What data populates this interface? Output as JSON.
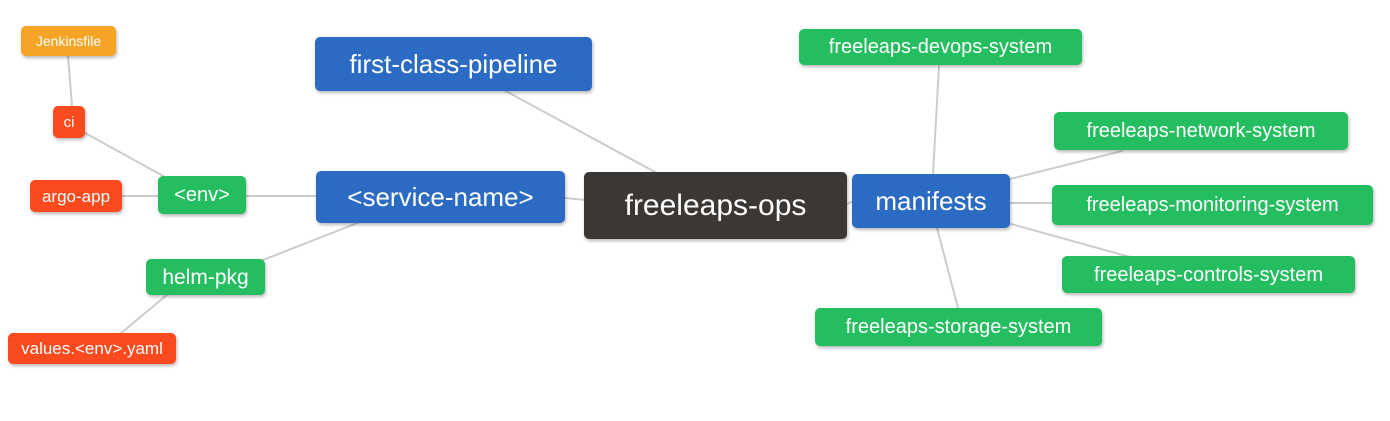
{
  "diagram": {
    "type": "mindmap",
    "background": "#FFFFFF",
    "colors": {
      "root_dark": "#3A3735",
      "branch_blue": "#2B6BC3",
      "leaf_green": "#24BE60",
      "leaf_red": "#FB4A1E",
      "leaf_orange": "#F6A426",
      "edge_gray": "#CCCCCC",
      "text": "#FFFFFF"
    },
    "nodes": {
      "freeleaps_ops": {
        "label": "freeleaps-ops",
        "color": "#3A3735"
      },
      "first_class_pipeline": {
        "label": "first-class-pipeline",
        "color": "#2B6BC3"
      },
      "service_name": {
        "label": "<service-name>",
        "color": "#2B6BC3"
      },
      "manifests": {
        "label": "manifests",
        "color": "#2B6BC3"
      },
      "env": {
        "label": "<env>",
        "color": "#24BE60"
      },
      "helm_pkg": {
        "label": "helm-pkg",
        "color": "#24BE60"
      },
      "ci": {
        "label": "ci",
        "color": "#FB4A1E"
      },
      "argo_app": {
        "label": "argo-app",
        "color": "#FB4A1E"
      },
      "jenkinsfile": {
        "label": "Jenkinsfile",
        "color": "#F6A426"
      },
      "values_env_yaml": {
        "label": "values.<env>.yaml",
        "color": "#FB4A1E"
      },
      "devops_system": {
        "label": "freeleaps-devops-system",
        "color": "#24BE60"
      },
      "network_system": {
        "label": "freeleaps-network-system",
        "color": "#24BE60"
      },
      "monitoring_system": {
        "label": "freeleaps-monitoring-system",
        "color": "#24BE60"
      },
      "controls_system": {
        "label": "freeleaps-controls-system",
        "color": "#24BE60"
      },
      "storage_system": {
        "label": "freeleaps-storage-system",
        "color": "#24BE60"
      }
    },
    "edges": [
      {
        "from": "Jenkinsfile",
        "to": "ci"
      },
      {
        "from": "ci",
        "to": "<env>"
      },
      {
        "from": "argo-app",
        "to": "<env>"
      },
      {
        "from": "<env>",
        "to": "<service-name>"
      },
      {
        "from": "helm-pkg",
        "to": "<service-name>"
      },
      {
        "from": "values.<env>.yaml",
        "to": "helm-pkg"
      },
      {
        "from": "<service-name>",
        "to": "freeleaps-ops"
      },
      {
        "from": "first-class-pipeline",
        "to": "freeleaps-ops"
      },
      {
        "from": "freeleaps-ops",
        "to": "manifests"
      },
      {
        "from": "manifests",
        "to": "freeleaps-devops-system"
      },
      {
        "from": "manifests",
        "to": "freeleaps-network-system"
      },
      {
        "from": "manifests",
        "to": "freeleaps-monitoring-system"
      },
      {
        "from": "manifests",
        "to": "freeleaps-controls-system"
      },
      {
        "from": "manifests",
        "to": "freeleaps-storage-system"
      }
    ]
  }
}
